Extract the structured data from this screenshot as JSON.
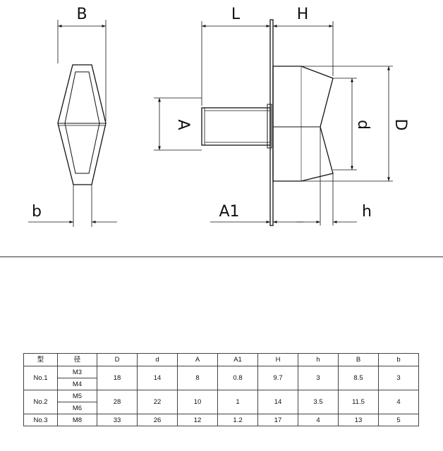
{
  "labels": {
    "B": "B",
    "b": "b",
    "L": "L",
    "H": "H",
    "A": "A",
    "A1": "A1",
    "h": "h",
    "d": "d",
    "D": "D"
  },
  "table": {
    "headers": [
      "型",
      "径",
      "D",
      "d",
      "A",
      "A1",
      "H",
      "h",
      "B",
      "b"
    ],
    "rows": [
      {
        "model": "No.1",
        "sizes": [
          "M3",
          "M4"
        ],
        "D": "18",
        "d": "14",
        "A": "8",
        "A1": "0.8",
        "H": "9.7",
        "h": "3",
        "B": "8.5",
        "b": "3"
      },
      {
        "model": "No.2",
        "sizes": [
          "M5",
          "M6"
        ],
        "D": "28",
        "d": "22",
        "A": "10",
        "A1": "1",
        "H": "14",
        "h": "3.5",
        "B": "11.5",
        "b": "4"
      },
      {
        "model": "No.3",
        "sizes": [
          "M8"
        ],
        "D": "33",
        "d": "26",
        "A": "12",
        "A1": "1.2",
        "H": "17",
        "h": "4",
        "B": "13",
        "b": "5"
      }
    ]
  }
}
